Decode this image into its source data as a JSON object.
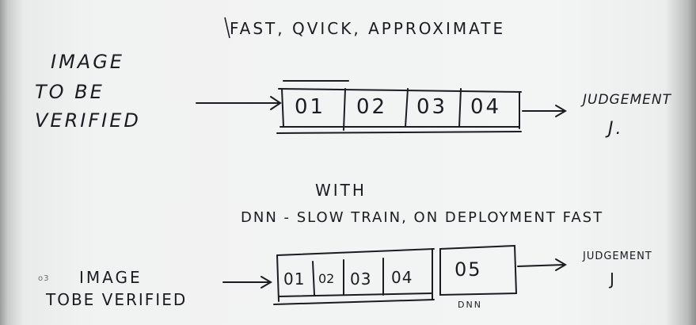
{
  "top": {
    "title": "FAST, QVICK, APPROXIMATE",
    "input_label": [
      "IMAGE",
      "TO BE",
      "VERIFIED"
    ],
    "boxes": [
      "01",
      "02",
      "03",
      "04"
    ],
    "output_label": [
      "JUDGEMENT",
      "J."
    ]
  },
  "bottom": {
    "with_label": "WITH",
    "subtitle": "DNN - SLOW TRAIN, ON DEPLOYMENT FAST",
    "prefix_mark": "o3",
    "input_label": [
      "IMAGE",
      "TOBE VERIFIED"
    ],
    "boxes": [
      "01",
      "02",
      "03",
      "04"
    ],
    "dnn_box": "05",
    "dnn_label": "DNN",
    "output_label": [
      "JUDGEMENT",
      "J"
    ]
  },
  "colors": {
    "ink": "#1b1c22",
    "board": "#f2f3f3"
  }
}
